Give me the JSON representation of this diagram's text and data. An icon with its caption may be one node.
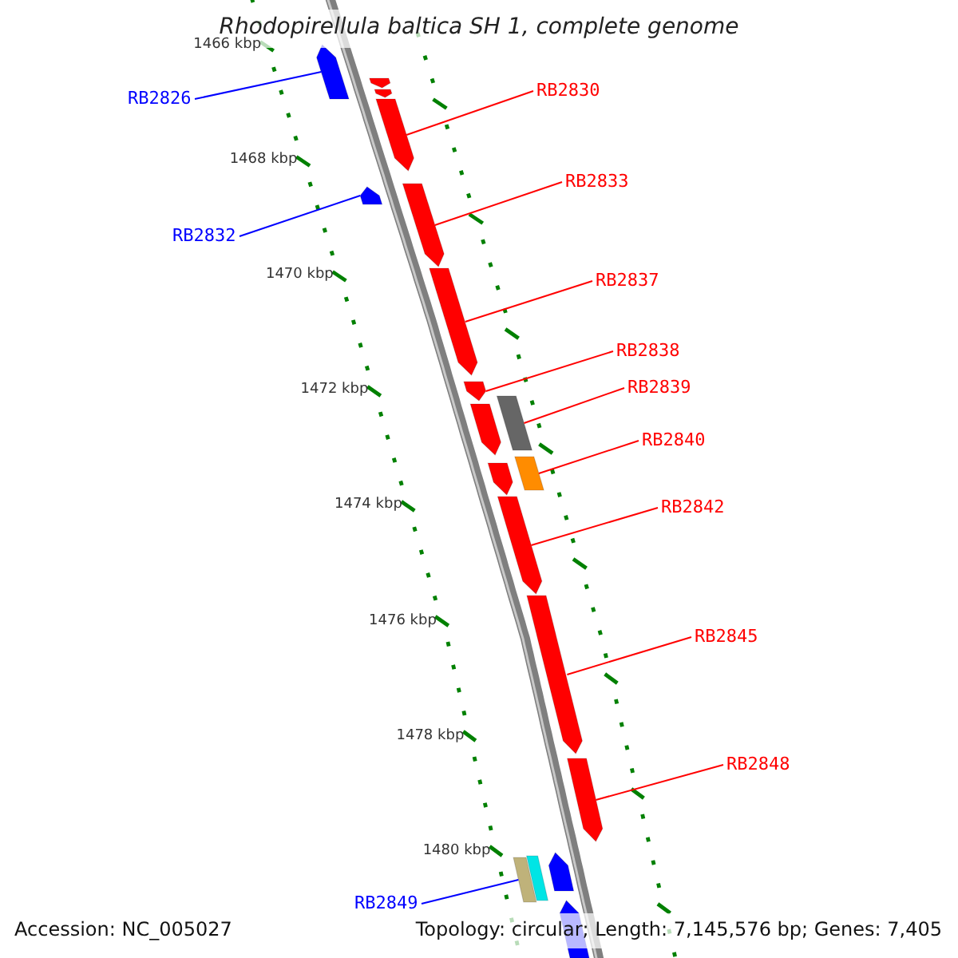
{
  "diagram": {
    "title": "Rhodopirellula baltica SH 1, complete genome",
    "nodes": [
      {
        "text": [
          "RB2826"
        ]
      },
      {
        "text": [
          "RB2830"
        ]
      },
      {
        "text": [
          "RB2833"
        ]
      },
      {
        "text": [
          "RB2832"
        ]
      },
      {
        "text": [
          "RB2837"
        ]
      },
      {
        "text": [
          "RB2838"
        ]
      },
      {
        "text": [
          "RB2839"
        ]
      },
      {
        "text": [
          "RB2840"
        ]
      },
      {
        "text": [
          "RB2842"
        ]
      },
      {
        "text": [
          "RB2845"
        ]
      },
      {
        "text": [
          "RB2848"
        ]
      },
      {
        "text": [
          "RB2849"
        ]
      },
      {
        "text": [],
        "shape": "box"
      },
      {
        "text": [],
        "shape": "box"
      },
      {
        "text": [],
        "shape": "box"
      },
      {
        "text": [],
        "shape": "box"
      },
      {
        "text": [],
        "shape": "box"
      },
      {
        "text": [],
        "shape": "box"
      },
      {
        "text": [],
        "shape": "box"
      },
      {
        "text": [],
        "shape": "box"
      },
      {
        "text": [],
        "shape": "box"
      },
      {
        "text": [],
        "shape": "box"
      },
      {
        "text": [],
        "shape": "box"
      },
      {
        "text": [],
        "shape": "box"
      },
      {
        "text": [],
        "shape": "box"
      },
      {
        "text": [],
        "shape": "box"
      },
      {
        "text": [],
        "shape": "box"
      },
      {
        "text": [],
        "shape": "box"
      },
      {
        "text": [],
        "shape": "box"
      },
      {
        "text": [],
        "shape": "box"
      },
      {
        "text": [],
        "shape": "box"
      }
    ],
    "edges": [
      {
        "from": 0,
        "to": 12,
        "arrow": "none",
        "color": "#0000ff"
      },
      {
        "from": 1,
        "to": 15,
        "arrow": "none"
      },
      {
        "from": 2,
        "to": 16,
        "arrow": "none"
      },
      {
        "from": 3,
        "to": 17,
        "arrow": "none",
        "color": "#0000ff"
      },
      {
        "from": 4,
        "to": 18,
        "arrow": "none"
      },
      {
        "from": 5,
        "to": 19,
        "arrow": "none"
      },
      {
        "from": 6,
        "to": 20,
        "arrow": "none"
      },
      {
        "from": 7,
        "to": 22,
        "arrow": "none"
      },
      {
        "from": 8,
        "to": 24,
        "arrow": "none"
      },
      {
        "from": 9,
        "to": 25,
        "arrow": "none"
      },
      {
        "from": 10,
        "to": 26,
        "arrow": "none"
      },
      {
        "from": 11,
        "to": 27,
        "arrow": "none",
        "color": "#0000ff"
      }
    ],
    "labels": [
      "1466 kbp",
      "1468 kbp",
      "1470 kbp",
      "1472 kbp",
      "1474 kbp",
      "1476 kbp",
      "1478 kbp",
      "1480 kbp",
      "Accession: NC_005027",
      "Topology: circular; Length: 7,145,576 bp; Genes: 7,405"
    ]
  }
}
